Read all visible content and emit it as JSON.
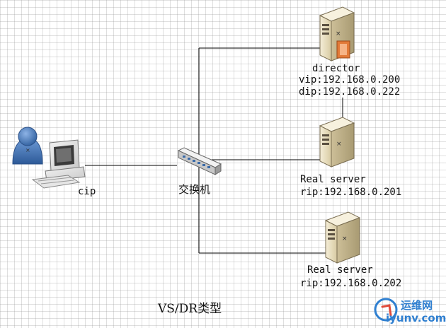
{
  "nodes": {
    "client": {
      "label": "cip"
    },
    "switch": {
      "label": "交换机"
    },
    "director": {
      "name": "director",
      "vip": "vip:192.168.0.200",
      "dip": "dip:192.168.0.222"
    },
    "real_server_1": {
      "name": "Real server",
      "rip": "rip:192.168.0.201"
    },
    "real_server_2": {
      "name": "Real server",
      "rip": "rip:192.168.0.202"
    }
  },
  "diagram": {
    "caption": "VS/DR类型"
  },
  "watermark": {
    "text": "运维网",
    "url": "iyunv.com"
  },
  "colors": {
    "line": "#000000",
    "server_body": "#ede3c6",
    "user_blue": "#4a7fc4",
    "watermark": "#2f7fd0"
  }
}
